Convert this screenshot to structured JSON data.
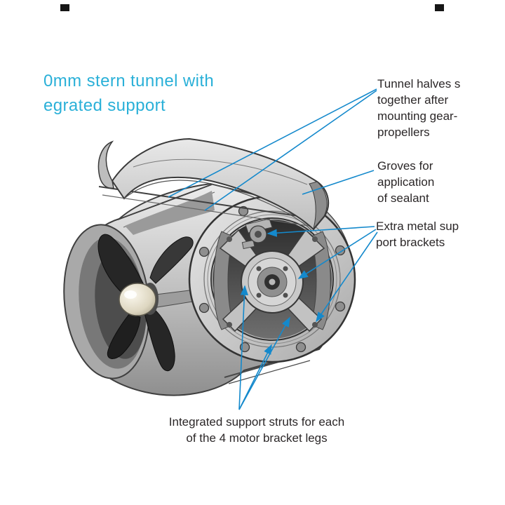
{
  "title": {
    "line1": "0mm stern tunnel with",
    "line2": "egrated support"
  },
  "annotations": {
    "tunnel_halves": {
      "lines": [
        "Tunnel halves s",
        "together after",
        "mounting gear-",
        "propellers"
      ]
    },
    "sealant_grooves": {
      "lines": [
        "Groves for",
        "application",
        "of sealant"
      ]
    },
    "support_brackets": {
      "lines": [
        "Extra metal sup",
        "port brackets"
      ]
    },
    "support_struts": {
      "lines": [
        "Integrated support struts for each",
        "of the 4 motor bracket legs"
      ]
    }
  },
  "colors": {
    "accent": "#2ab0d8",
    "leader": "#1489cc",
    "ink": "#2b2728",
    "background": "#ffffff"
  }
}
